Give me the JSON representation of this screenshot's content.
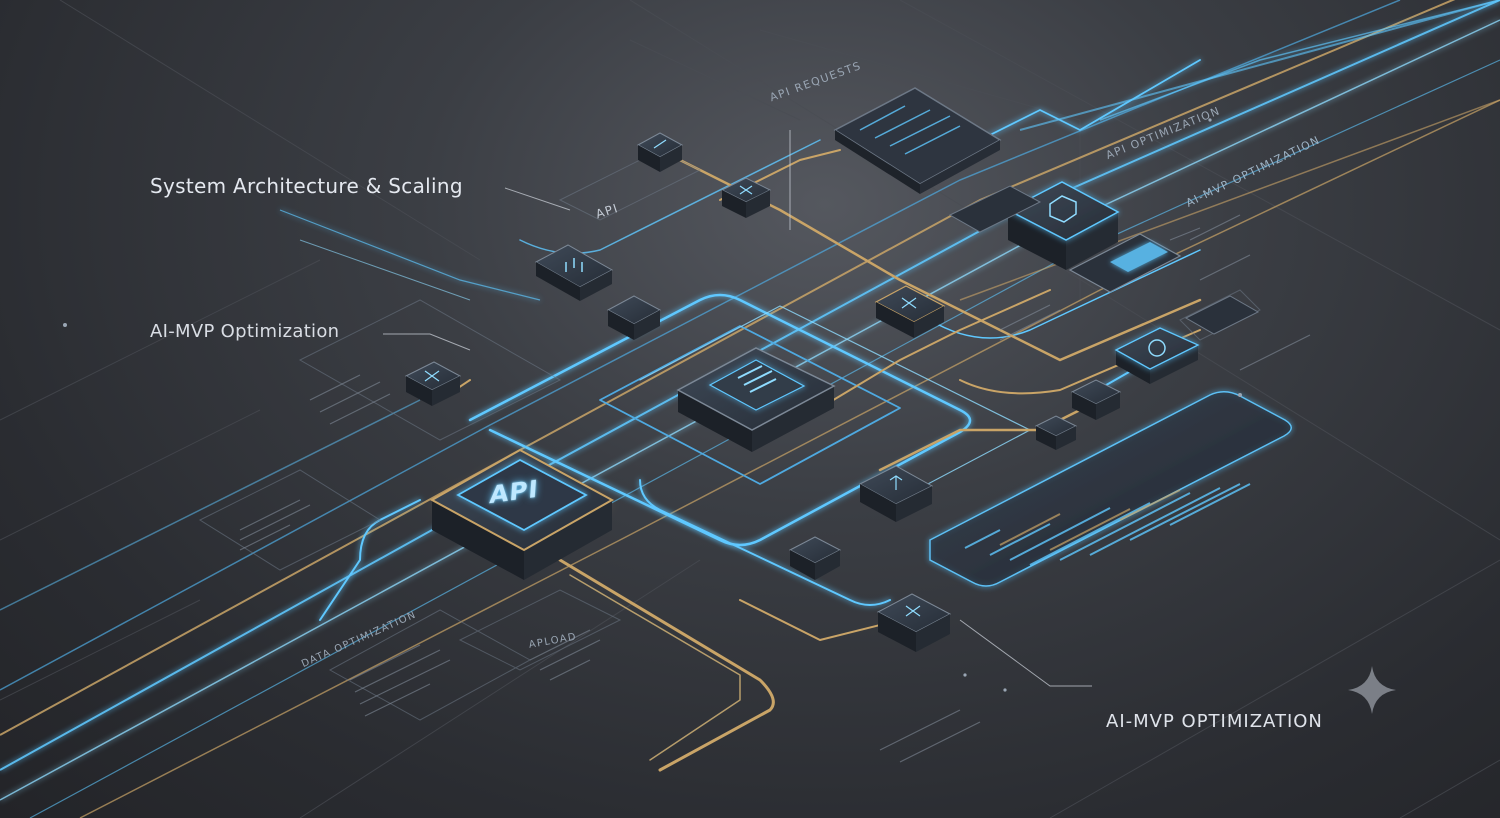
{
  "labels": {
    "system_architecture": "System Architecture & Scaling",
    "ai_mvp_optimization": "AI-MVP Optimization",
    "ai_mvp_optimization_caps": "AI-MVP OPTIMIZATION"
  },
  "chip": {
    "api": "API"
  },
  "small_labels": {
    "api_requests": "API REQUESTS",
    "api_optimization": "API OPTIMIZATION",
    "ai_mvp_optimization": "AI-MVP OPTIMIZATION",
    "api_short": "API",
    "apload": "APLOAD",
    "data_optimization": "DATA OPTIMIZATION"
  },
  "icons": {
    "sparkle": "four-point-star-icon",
    "chip": "processor-chip-icon",
    "node_cross": "x-mark-icon"
  },
  "colors": {
    "background": "#2c2e33",
    "trace_blue": "#5fc8ff",
    "trace_gold": "#c9a467",
    "chip_surface": "#2f3947",
    "label_text": "#e4e8ef"
  }
}
